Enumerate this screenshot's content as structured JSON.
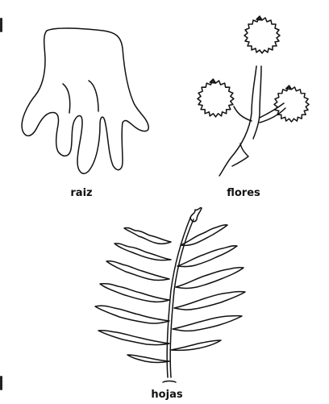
{
  "labels": {
    "root": "raiz",
    "flowers": "flores",
    "leaves": "hojas"
  },
  "colors": {
    "background": "#ffffff",
    "outline": "#111111"
  }
}
